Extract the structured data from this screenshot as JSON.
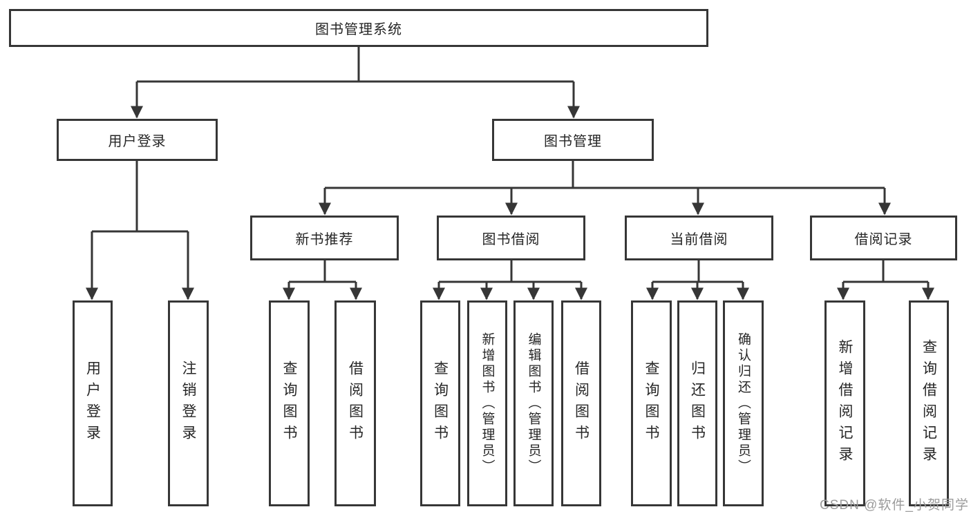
{
  "colors": {
    "line": "#363636",
    "box_border": "#363636",
    "text": "#262626",
    "watermark": "#9b9b9b",
    "background": "#ffffff"
  },
  "watermark": "CSDN @软件_小贺同学",
  "tree": {
    "root": {
      "label": "图书管理系统"
    },
    "branches": [
      {
        "label": "用户登录",
        "children": [
          "用户登录",
          "注销登录"
        ]
      },
      {
        "label": "图书管理",
        "groups": [
          {
            "label": "新书推荐",
            "children": [
              "查询图书",
              "借阅图书"
            ]
          },
          {
            "label": "图书借阅",
            "children": [
              "查询图书",
              "新增图书（管理员）",
              "编辑图书（管理员）",
              "借阅图书"
            ]
          },
          {
            "label": "当前借阅",
            "children": [
              "查询图书",
              "归还图书",
              "确认归还（管理员）"
            ]
          },
          {
            "label": "借阅记录",
            "children": [
              "新增借阅记录",
              "查询借阅记录"
            ]
          }
        ]
      }
    ]
  }
}
